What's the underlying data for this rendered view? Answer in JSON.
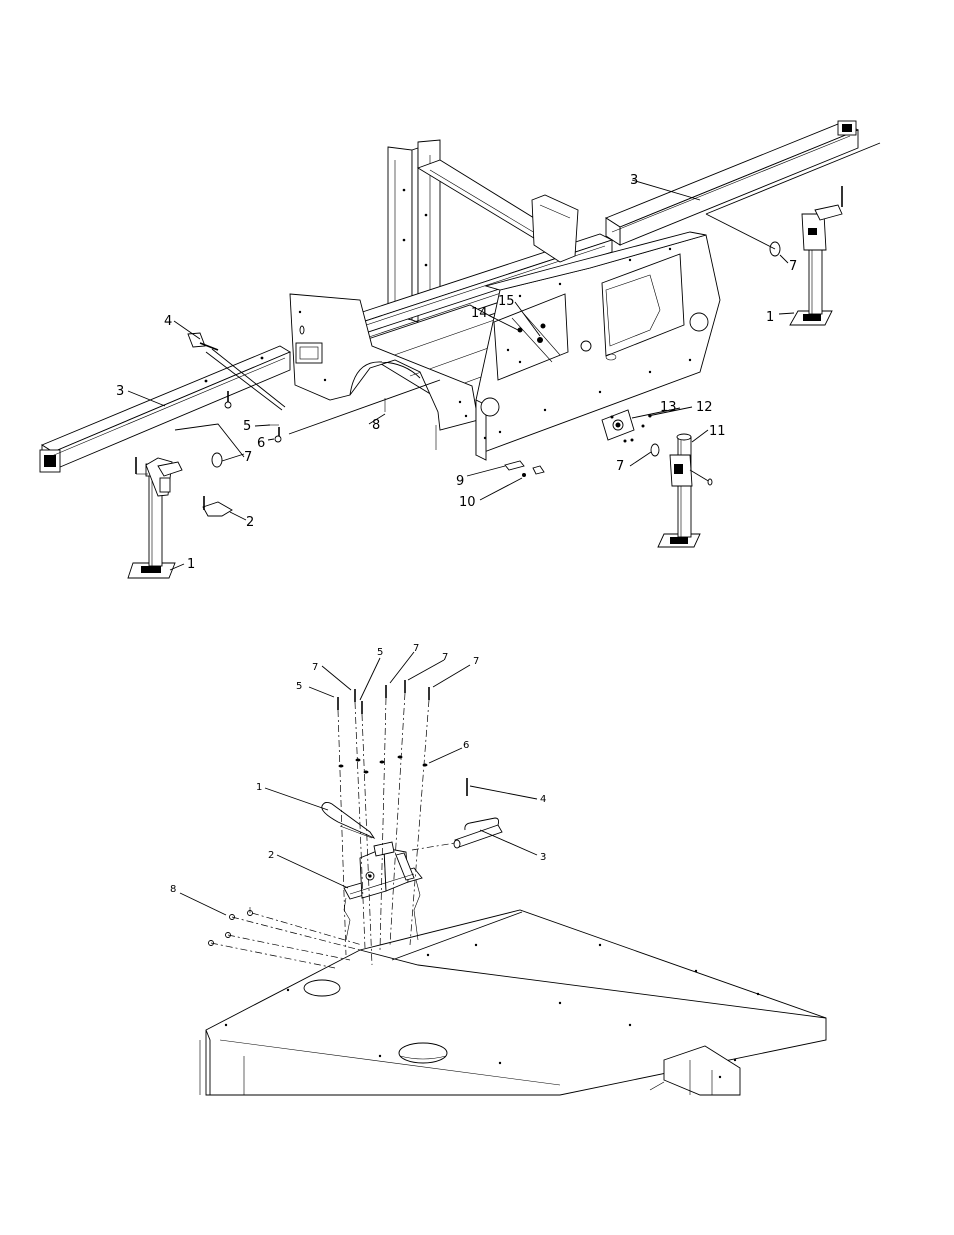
{
  "top_callouts": [
    "1",
    "1",
    "2",
    "3",
    "3",
    "4",
    "5",
    "6",
    "7",
    "7",
    "7",
    "8",
    "9",
    "10",
    "11",
    "12",
    "13",
    "14",
    "15"
  ],
  "bottom_callouts": [
    "1",
    "2",
    "3",
    "4",
    "5",
    "5",
    "6",
    "7",
    "7",
    "7",
    "7",
    "8"
  ]
}
